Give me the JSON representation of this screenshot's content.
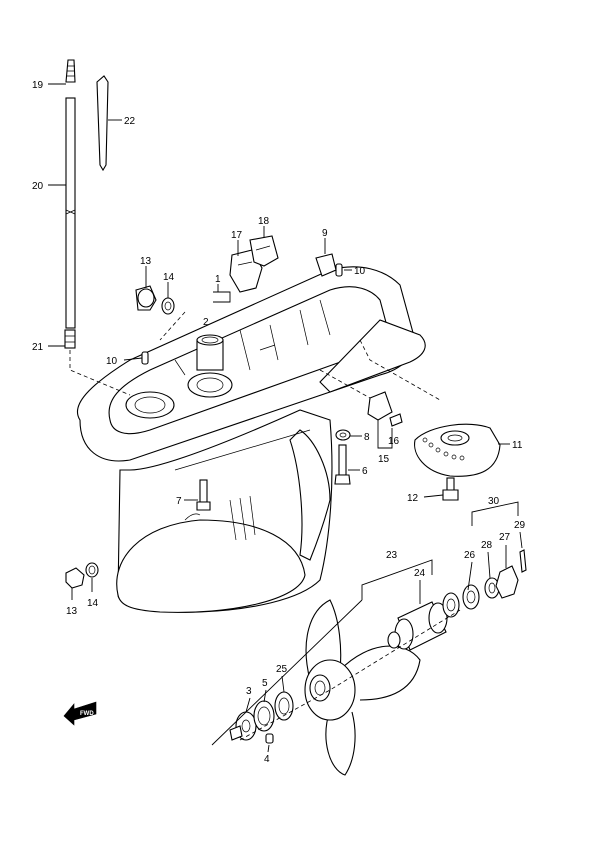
{
  "diagram": {
    "labels": {
      "l1": "1",
      "l2": "2",
      "l3": "3",
      "l4": "4",
      "l5": "5",
      "l6": "6",
      "l7": "7",
      "l8": "8",
      "l9": "9",
      "l10a": "10",
      "l10b": "10",
      "l11": "11",
      "l12": "12",
      "l13a": "13",
      "l13b": "13",
      "l14a": "14",
      "l14b": "14",
      "l15": "15",
      "l16": "16",
      "l17": "17",
      "l18": "18",
      "l19": "19",
      "l20": "20",
      "l21": "21",
      "l22": "22",
      "l23": "23",
      "l24": "24",
      "l25": "25",
      "l26": "26",
      "l27": "27",
      "l28": "28",
      "l29": "29",
      "l30": "30"
    },
    "fwd": "FWD"
  }
}
